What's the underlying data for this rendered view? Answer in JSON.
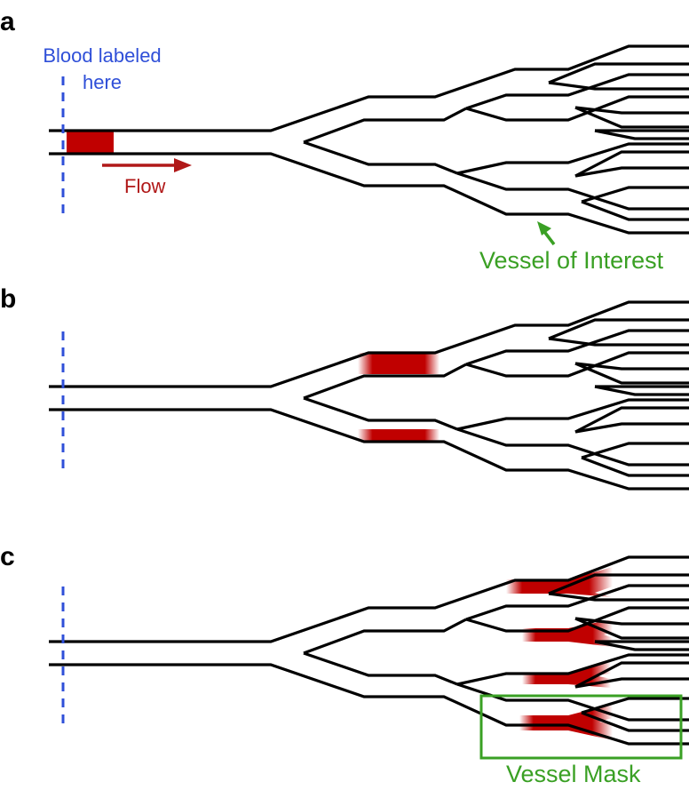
{
  "panels": [
    {
      "letter": "a",
      "state": "label-at-start"
    },
    {
      "letter": "b",
      "state": "label-in-first-branches"
    },
    {
      "letter": "c",
      "state": "label-in-third-branches"
    }
  ],
  "labels": {
    "blood_line1": "Blood labeled",
    "blood_line2": "here",
    "flow": "Flow",
    "vessel_of_interest": "Vessel of Interest",
    "vessel_mask": "Vessel Mask"
  },
  "colors": {
    "vessel_wall": "#000000",
    "blood": "#c00000",
    "label_line": "#2f4fd8",
    "annotation_green": "#3aa024",
    "flow_arrow": "#b01818"
  }
}
